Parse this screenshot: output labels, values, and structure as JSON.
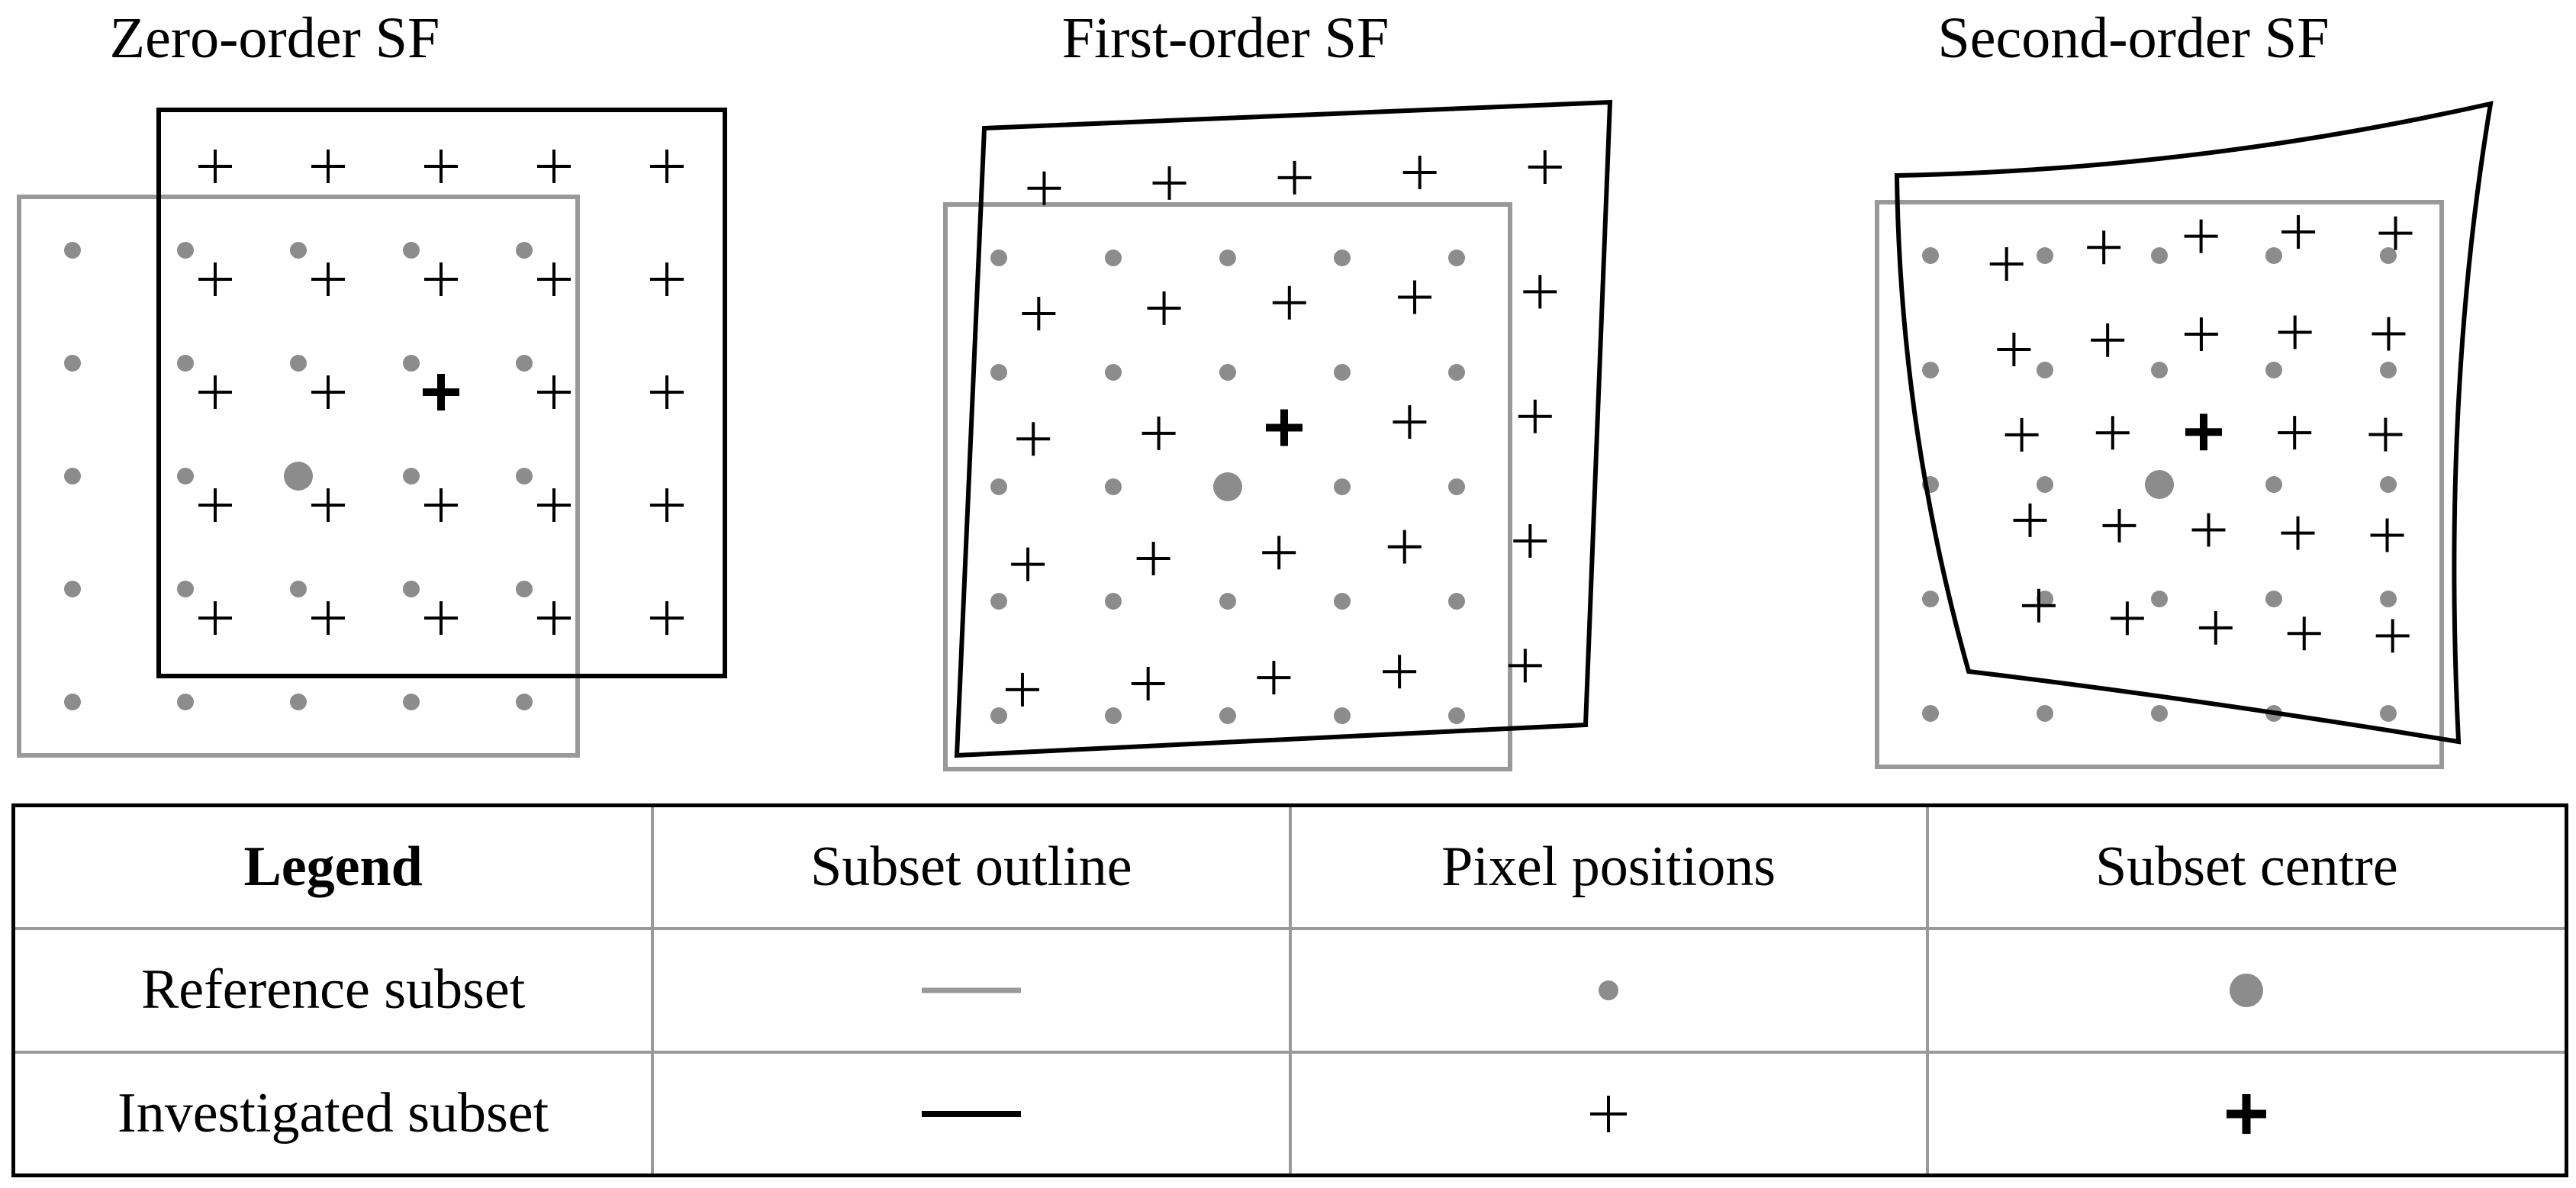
{
  "panels": [
    {
      "title": "Zero-order SF"
    },
    {
      "title": "First-order SF"
    },
    {
      "title": "Second-order SF"
    }
  ],
  "legend": {
    "header": [
      "Legend",
      "Subset outline",
      "Pixel positions",
      "Subset centre"
    ],
    "rows": [
      {
        "label": "Reference subset"
      },
      {
        "label": "Investigated subset"
      }
    ]
  },
  "colors": {
    "reference": "#8c8c8c",
    "reference_outline": "#999999",
    "investigated": "#000000"
  }
}
